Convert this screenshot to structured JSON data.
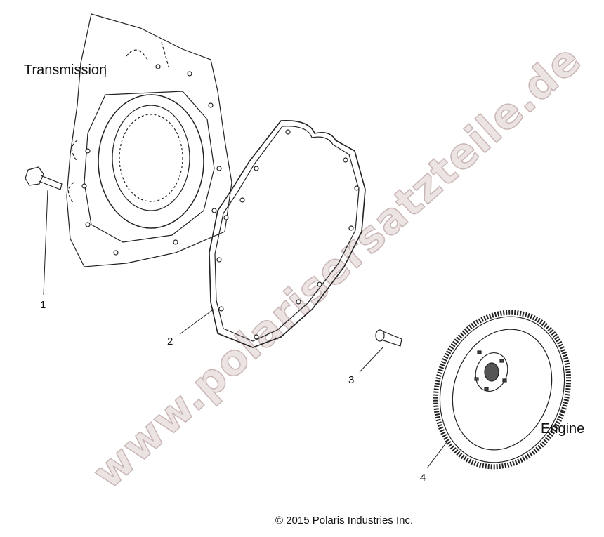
{
  "labels": {
    "transmission": "Transmission",
    "engine": "Engine"
  },
  "callouts": [
    "1",
    "2",
    "3",
    "4"
  ],
  "copyright": "© 2015 Polaris Industries Inc.",
  "watermark": "www.polarisersatzteile.de"
}
